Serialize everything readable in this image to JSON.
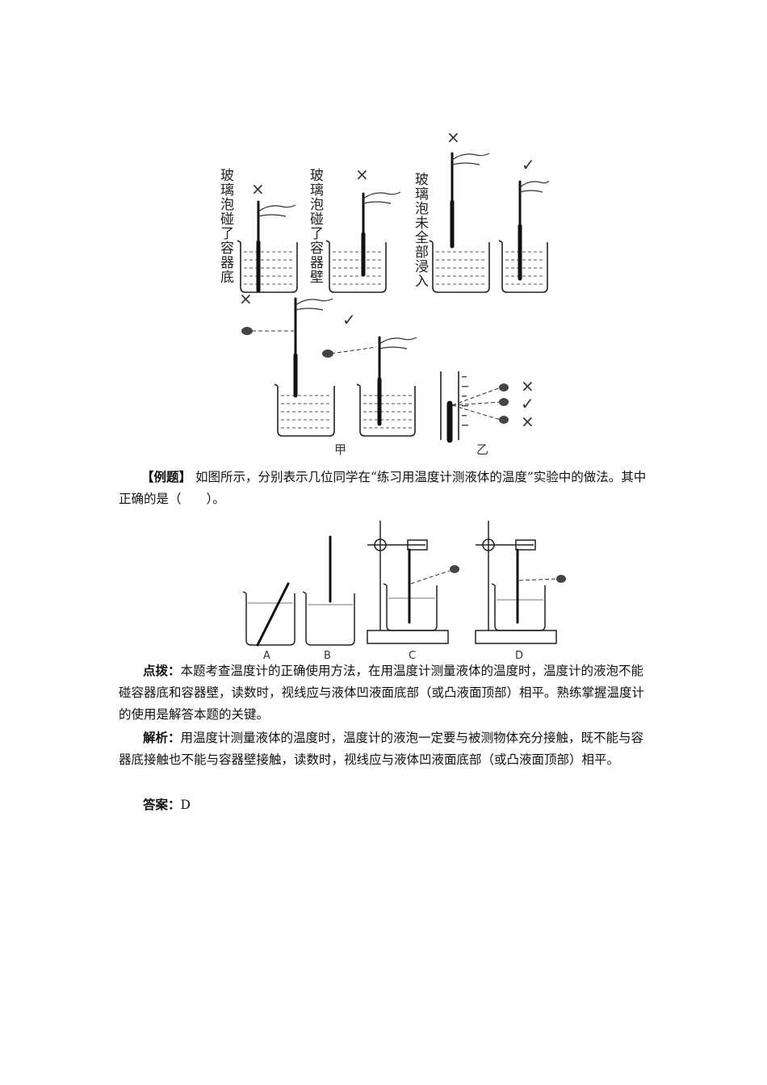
{
  "figure_top": {
    "labels": {
      "a": "玻璃泡碰了容器底",
      "b": "玻璃泡碰了容器壁",
      "c": "玻璃泡未全部浸入"
    },
    "marks": [
      "×",
      "×",
      "×",
      "✓",
      "×",
      "✓"
    ],
    "caption_jia": "甲",
    "caption_yi": "乙",
    "yi_marks": [
      "×",
      "✓",
      "×"
    ]
  },
  "question": {
    "tag": "【例题】",
    "text": "如图所示，分别表示几位同学在“练习用温度计测液体的温度”实验中的做法。其中正确的是（　　）。"
  },
  "figure_options": {
    "labels": [
      "A",
      "B",
      "C",
      "D"
    ]
  },
  "hint": {
    "label": "点拨：",
    "text": "本题考查温度计的正确使用方法，在用温度计测量液体的温度时，温度计的液泡不能碰容器底和容器壁，读数时，视线应与液体凹液面底部（或凸液面顶部）相平。熟练掌握温度计的使用是解答本题的关键。"
  },
  "analysis": {
    "label": "解析：",
    "text": "用温度计测量液体的温度时，温度计的液泡一定要与被测物体充分接触，既不能与容器底接触也不能与容器壁接触，读数时，视线应与液体凹液面底部（或凸液面顶部）相平。"
  },
  "answer": {
    "label": "答案：",
    "text": "D"
  }
}
